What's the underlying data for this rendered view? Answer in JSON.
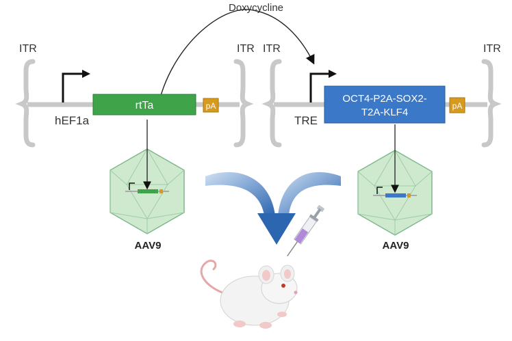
{
  "labels": {
    "doxycycline": "Doxycycline",
    "itr": "ITR",
    "promoter_left": "hEF1a",
    "promoter_right": "TRE",
    "gene_left": "rtTa",
    "gene_right_line1": "OCT4-P2A-SOX2-",
    "gene_right_line2": "T2A-KLF4",
    "polya": "pA",
    "vector": "AAV9"
  },
  "colors": {
    "backbone": "#c8c8c8",
    "rtta_box": "#3fa34a",
    "cassette_box": "#3b78c8",
    "polya_box": "#d89a1c",
    "capsid": "#cfe9cf",
    "capsid_stroke": "#7fb98b",
    "arrow_blue": "#2d66b0",
    "text": "#333333"
  },
  "icons": {
    "capsid": "icosahedron-capsid-icon",
    "animal": "mouse-icon",
    "injection": "syringe-icon",
    "delivery": "merge-arrow-icon"
  }
}
